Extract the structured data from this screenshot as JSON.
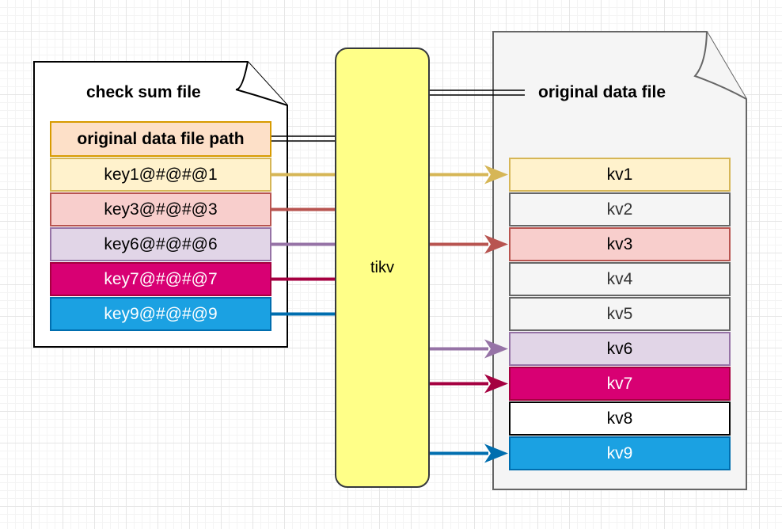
{
  "checksum_file": {
    "title": "check sum file",
    "path_label": "original data file path",
    "keys": [
      {
        "label": "key1@#@#@1",
        "fill": "#fff2cc",
        "stroke": "#d6b656",
        "text": "#000000"
      },
      {
        "label": "key3@#@#@3",
        "fill": "#f8cecc",
        "stroke": "#b85450",
        "text": "#000000"
      },
      {
        "label": "key6@#@#@6",
        "fill": "#e1d5e7",
        "stroke": "#9673a6",
        "text": "#000000"
      },
      {
        "label": "key7@#@#@7",
        "fill": "#d80073",
        "stroke": "#a50040",
        "text": "#ffffff"
      },
      {
        "label": "key9@#@#@9",
        "fill": "#1ba1e2",
        "stroke": "#006eaf",
        "text": "#ffffff"
      }
    ]
  },
  "tikv": {
    "label": "tikv"
  },
  "original_file": {
    "title": "original data file",
    "kvs": [
      {
        "label": "kv1",
        "fill": "#fff2cc",
        "stroke": "#d6b656",
        "text": "#000000"
      },
      {
        "label": "kv2",
        "fill": "#f5f5f5",
        "stroke": "#666666",
        "text": "#333333"
      },
      {
        "label": "kv3",
        "fill": "#f8cecc",
        "stroke": "#b85450",
        "text": "#000000"
      },
      {
        "label": "kv4",
        "fill": "#f5f5f5",
        "stroke": "#666666",
        "text": "#333333"
      },
      {
        "label": "kv5",
        "fill": "#f5f5f5",
        "stroke": "#666666",
        "text": "#333333"
      },
      {
        "label": "kv6",
        "fill": "#e1d5e7",
        "stroke": "#9673a6",
        "text": "#000000"
      },
      {
        "label": "kv7",
        "fill": "#d80073",
        "stroke": "#a50040",
        "text": "#ffffff"
      },
      {
        "label": "kv8",
        "fill": "#ffffff",
        "stroke": "#000000",
        "text": "#000000"
      },
      {
        "label": "kv9",
        "fill": "#1ba1e2",
        "stroke": "#006eaf",
        "text": "#ffffff"
      }
    ]
  },
  "connectors": [
    {
      "from_key": 0,
      "to_kv": 0,
      "color": "#d6b656"
    },
    {
      "from_key": 1,
      "to_kv": 2,
      "color": "#b85450"
    },
    {
      "from_key": 2,
      "to_kv": 5,
      "color": "#9673a6"
    },
    {
      "from_key": 3,
      "to_kv": 6,
      "color": "#a50040"
    },
    {
      "from_key": 4,
      "to_kv": 8,
      "color": "#006eaf"
    }
  ]
}
